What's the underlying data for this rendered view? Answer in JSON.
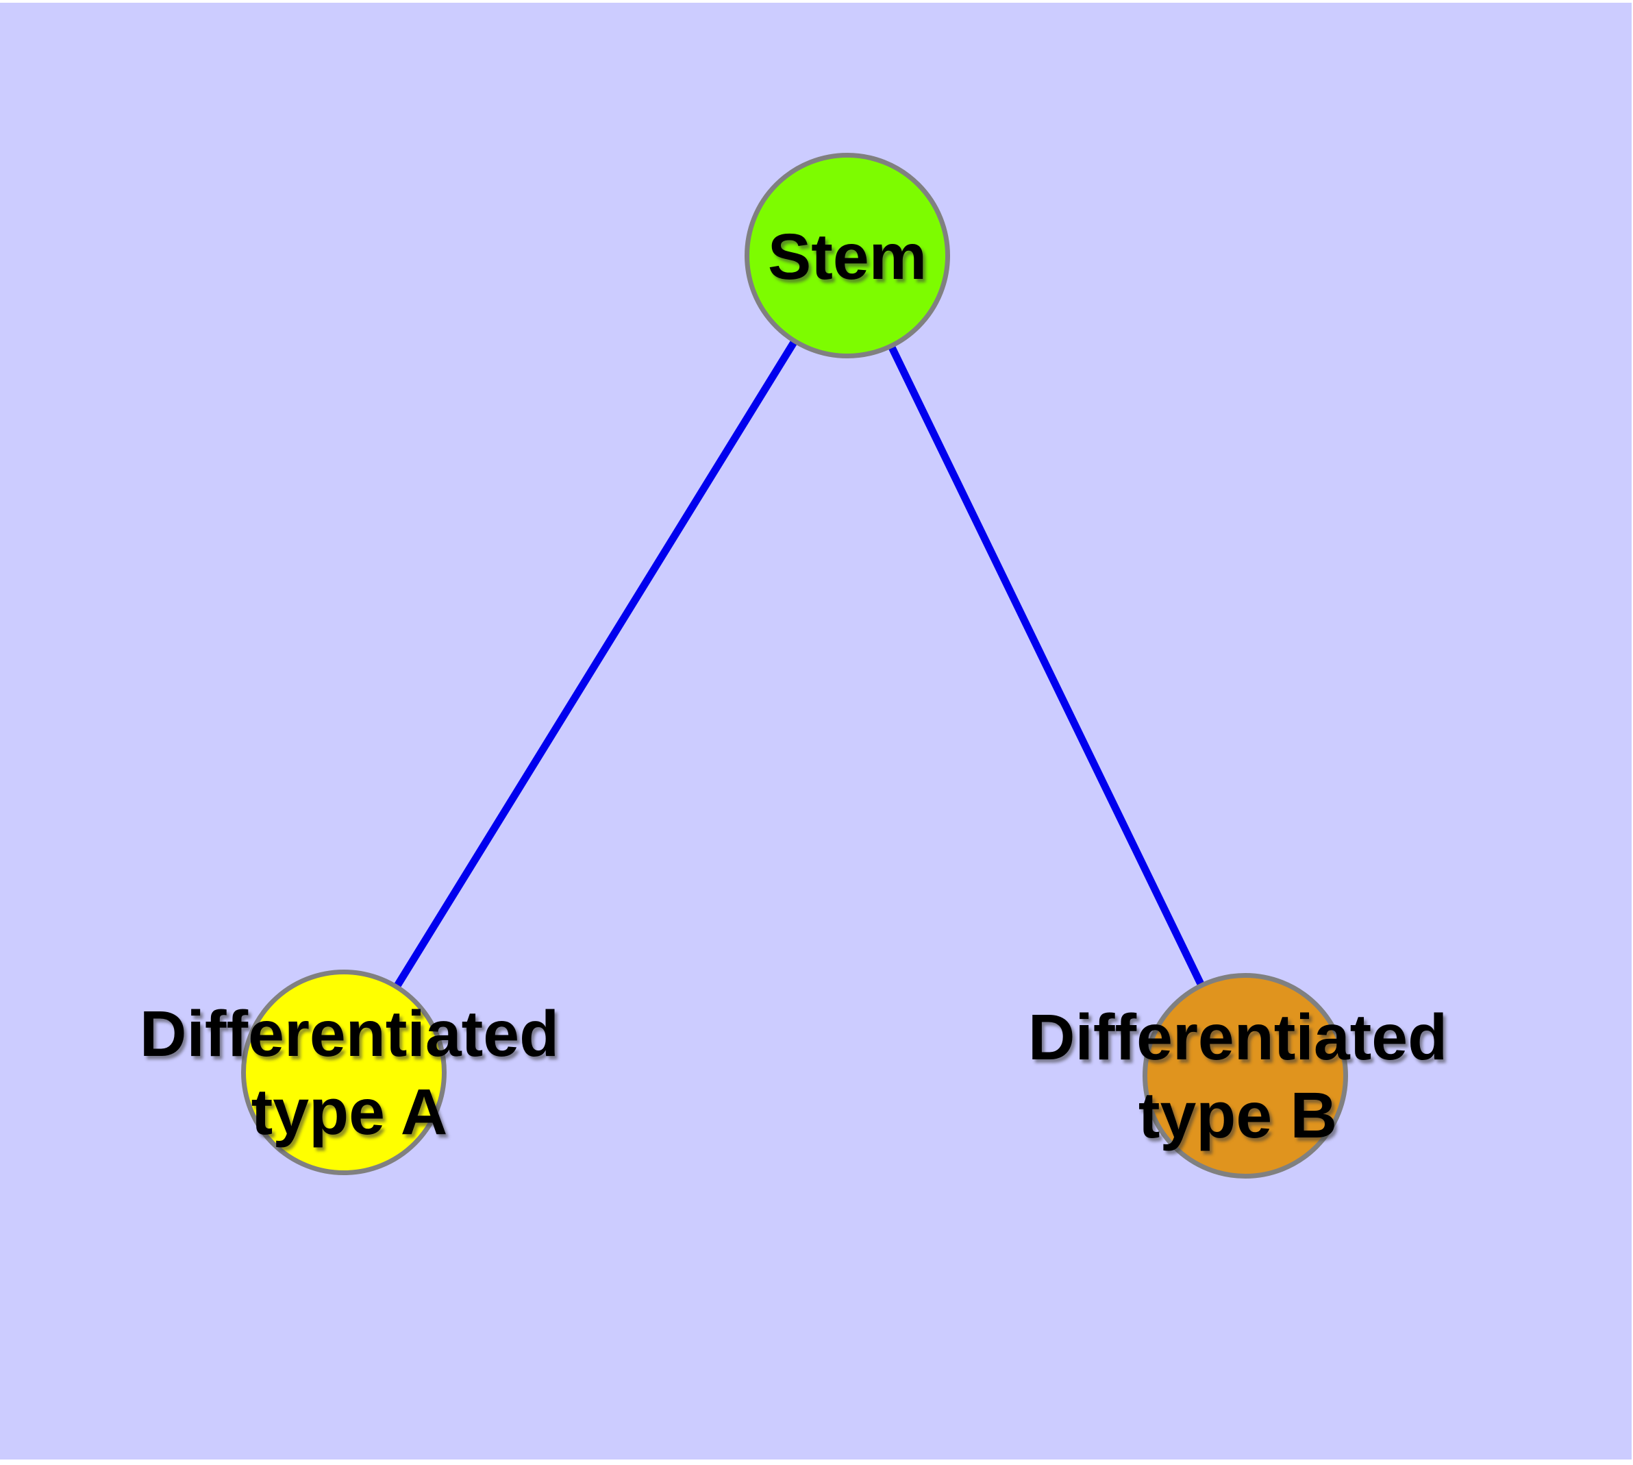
{
  "diagram": {
    "background_color": "#ccccff",
    "edge_color": "#0000ee",
    "node_border_color": "#808080",
    "label_color": "#000000",
    "nodes": [
      {
        "id": "stem",
        "label_lines": [
          "Stem"
        ],
        "color": "#7dfc00"
      },
      {
        "id": "type-a",
        "label_lines": [
          "Differentiated",
          "type A"
        ],
        "color": "#ffff00"
      },
      {
        "id": "type-b",
        "label_lines": [
          "Differentiated",
          "type B"
        ],
        "color": "#e0941e"
      }
    ],
    "edges": [
      {
        "from": "Stem",
        "to": "Differentiated type A"
      },
      {
        "from": "Stem",
        "to": "Differentiated type B"
      }
    ]
  }
}
